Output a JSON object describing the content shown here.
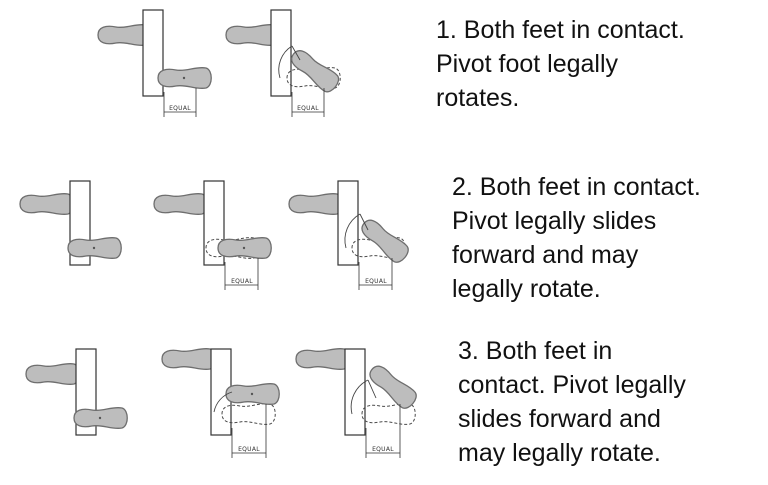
{
  "items": [
    {
      "lines": [
        "1.  Both feet in contact.",
        "Pivot foot legally",
        "rotates."
      ]
    },
    {
      "lines": [
        "2. Both feet in contact.",
        "Pivot legally slides",
        "forward and may",
        "legally rotate."
      ]
    },
    {
      "lines": [
        "3. Both feet in",
        "contact. Pivot legally",
        "slides forward and",
        "may legally rotate."
      ]
    }
  ],
  "equal_label": "EQUAL"
}
